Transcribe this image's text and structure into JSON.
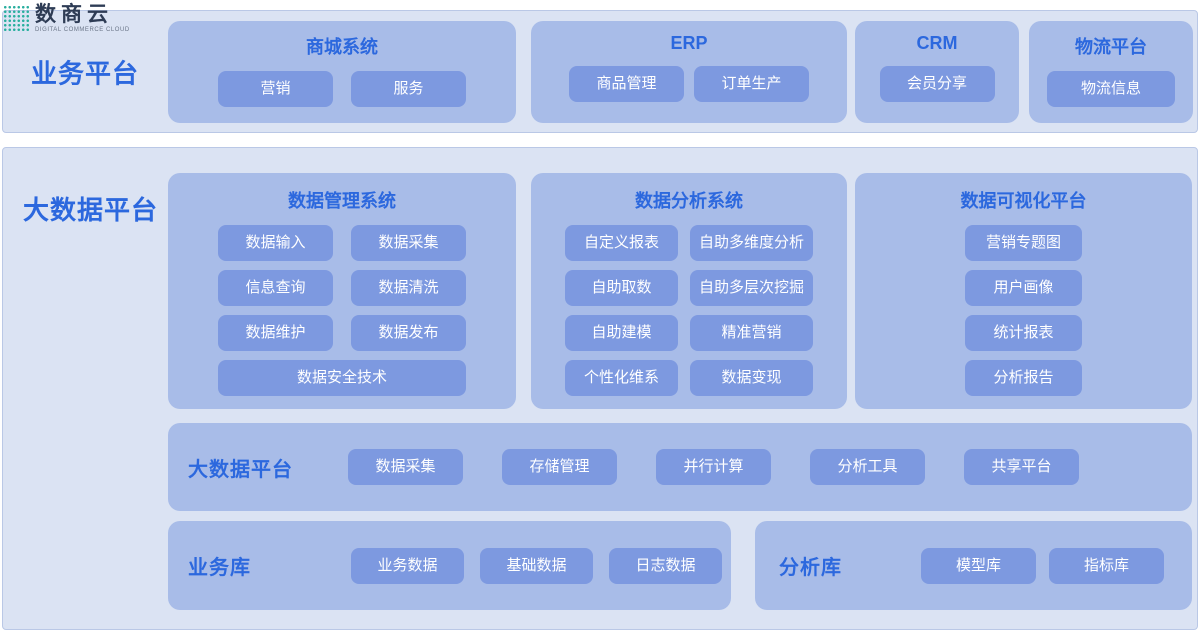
{
  "logo": {
    "title": "数商云",
    "subtitle": "DIGITAL COMMERCE CLOUD"
  },
  "colors": {
    "band_bg": "#dbe3f3",
    "band_border": "#bac8e6",
    "panel_bg": "#a8bce8",
    "chip_bg": "#7d99e0",
    "chip_text": "#ffffff",
    "heading_text": "#2c68de",
    "logo_dots": "#2aaf9f"
  },
  "business": {
    "label": "业务平台",
    "panels": [
      {
        "title": "商城系统",
        "buttons": [
          "营销",
          "服务"
        ]
      },
      {
        "title": "ERP",
        "buttons": [
          "商品管理",
          "订单生产"
        ]
      },
      {
        "title": "CRM",
        "buttons": [
          "会员分享"
        ]
      },
      {
        "title": "物流平台",
        "buttons": [
          "物流信息"
        ]
      }
    ]
  },
  "bigdata": {
    "label": "大数据平台",
    "panels": [
      {
        "title": "数据管理系统",
        "buttons": [
          "数据输入",
          "数据采集",
          "信息查询",
          "数据清洗",
          "数据维护",
          "数据发布",
          "数据安全技术"
        ]
      },
      {
        "title": "数据分析系统",
        "buttons": [
          "自定义报表",
          "自助多维度分析",
          "自助取数",
          "自助多层次挖掘",
          "自助建模",
          "精准营销",
          "个性化维系",
          "数据变现"
        ]
      },
      {
        "title": "数据可视化平台",
        "buttons": [
          "营销专题图",
          "用户画像",
          "统计报表",
          "分析报告"
        ]
      }
    ],
    "platform_row": {
      "label": "大数据平台",
      "buttons": [
        "数据采集",
        "存储管理",
        "并行计算",
        "分析工具",
        "共享平台"
      ]
    },
    "business_db": {
      "label": "业务库",
      "buttons": [
        "业务数据",
        "基础数据",
        "日志数据"
      ]
    },
    "analysis_db": {
      "label": "分析库",
      "buttons": [
        "模型库",
        "指标库"
      ]
    }
  }
}
